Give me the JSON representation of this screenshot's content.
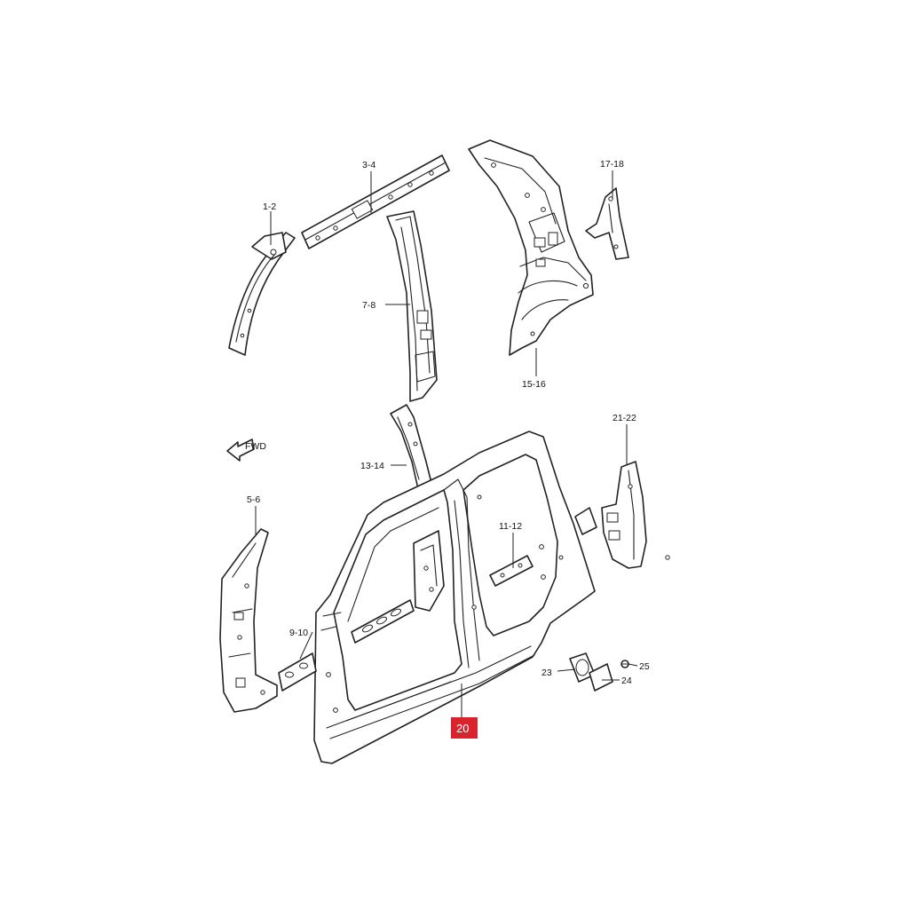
{
  "diagram": {
    "labels": {
      "p1_2": "1-2",
      "p3_4": "3-4",
      "p7_8": "7-8",
      "p15_16": "15-16",
      "p17_18": "17-18",
      "p13_14": "13-14",
      "p21_22": "21-22",
      "p5_6": "5-6",
      "p11_12": "11-12",
      "p9_10": "9-10",
      "p23": "23",
      "p24": "24",
      "p25": "25",
      "p20": "20"
    },
    "front_arrow_text": "FWD",
    "highlight_color": "#d9232d"
  }
}
